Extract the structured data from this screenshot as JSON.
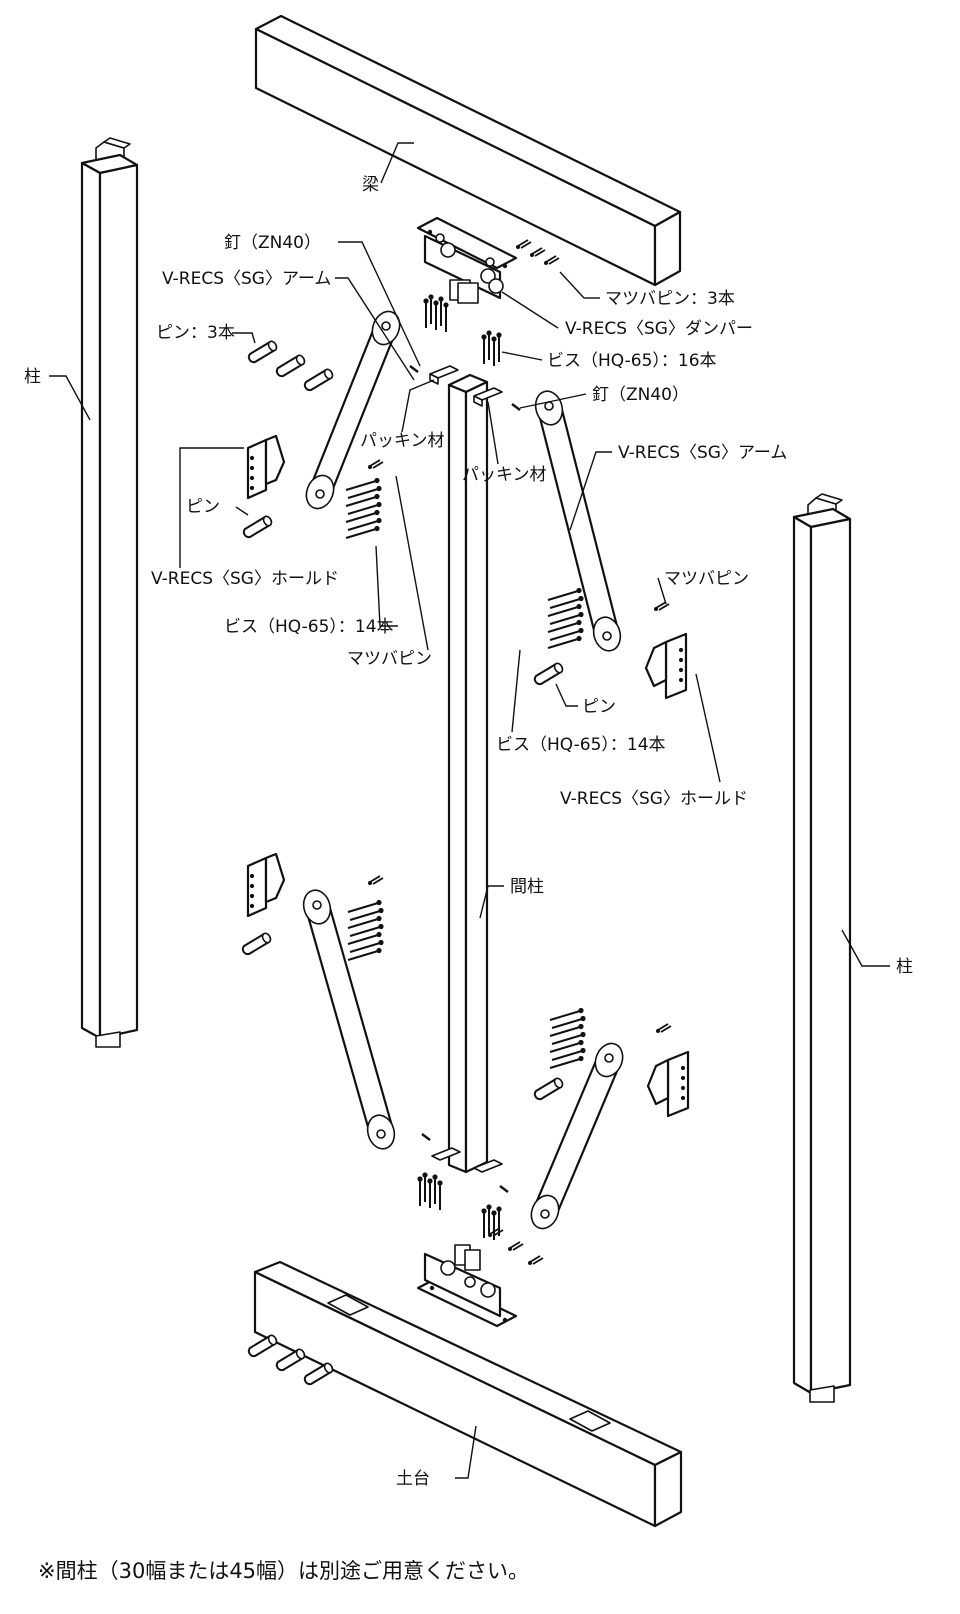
{
  "labels": {
    "beam": "梁",
    "nail_top_left": "釘（ZN40）",
    "arm_top_left": "V-RECS〈SG〉アーム",
    "pin_3": "ピン：3本",
    "pillar_left": "柱",
    "matsuba_pin_3": "マツバピン：3本",
    "damper": "V-RECS〈SG〉ダンパー",
    "screw_16": "ビス（HQ-65）：16本",
    "nail_top_right": "釘（ZN40）",
    "packing_left": "パッキン材",
    "packing_right": "パッキン材",
    "arm_top_right": "V-RECS〈SG〉アーム",
    "pin_left": "ピン",
    "hold_left": "V-RECS〈SG〉ホールド",
    "screw_14_left": "ビス（HQ-65）：14本",
    "matsuba_pin_left": "マツバピン",
    "matsuba_pin_right": "マツバピン",
    "pin_right": "ピン",
    "screw_14_right": "ビス（HQ-65）：14本",
    "hold_right": "V-RECS〈SG〉ホールド",
    "mabashira": "間柱",
    "pillar_right": "柱",
    "sill": "土台"
  },
  "footnote": "※間柱（30幅または45幅）は別途ご用意ください。"
}
